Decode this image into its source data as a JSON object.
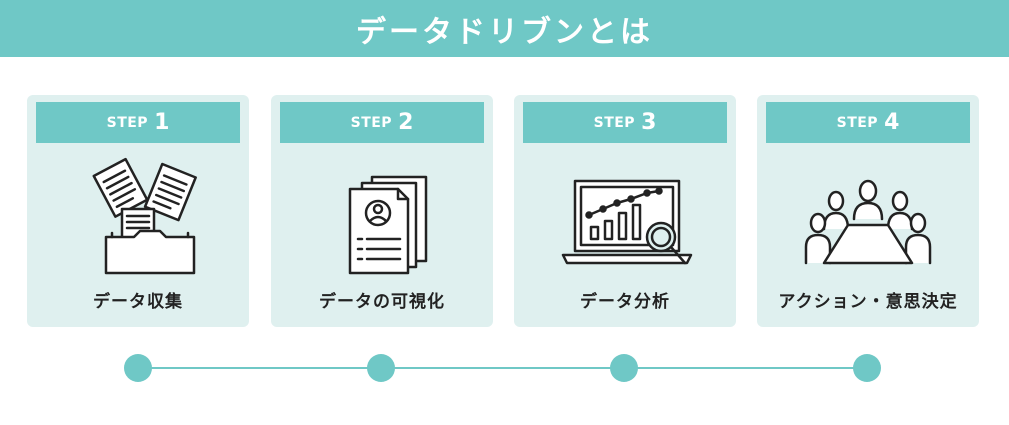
{
  "header": {
    "title": "データドリブンとは"
  },
  "steps": [
    {
      "step_word": "STEP",
      "step_number": "1",
      "label": "データ収集",
      "icon": "documents-folder-icon"
    },
    {
      "step_word": "STEP",
      "step_number": "2",
      "label": "データの可視化",
      "icon": "profile-report-icon"
    },
    {
      "step_word": "STEP",
      "step_number": "3",
      "label": "データ分析",
      "icon": "laptop-chart-magnifier-icon"
    },
    {
      "step_word": "STEP",
      "step_number": "4",
      "label": "アクション・意思決定",
      "icon": "meeting-table-icon"
    }
  ],
  "colors": {
    "accent": "#6fc8c6",
    "card_background": "#dff0ef",
    "icon_line": "#222222"
  }
}
